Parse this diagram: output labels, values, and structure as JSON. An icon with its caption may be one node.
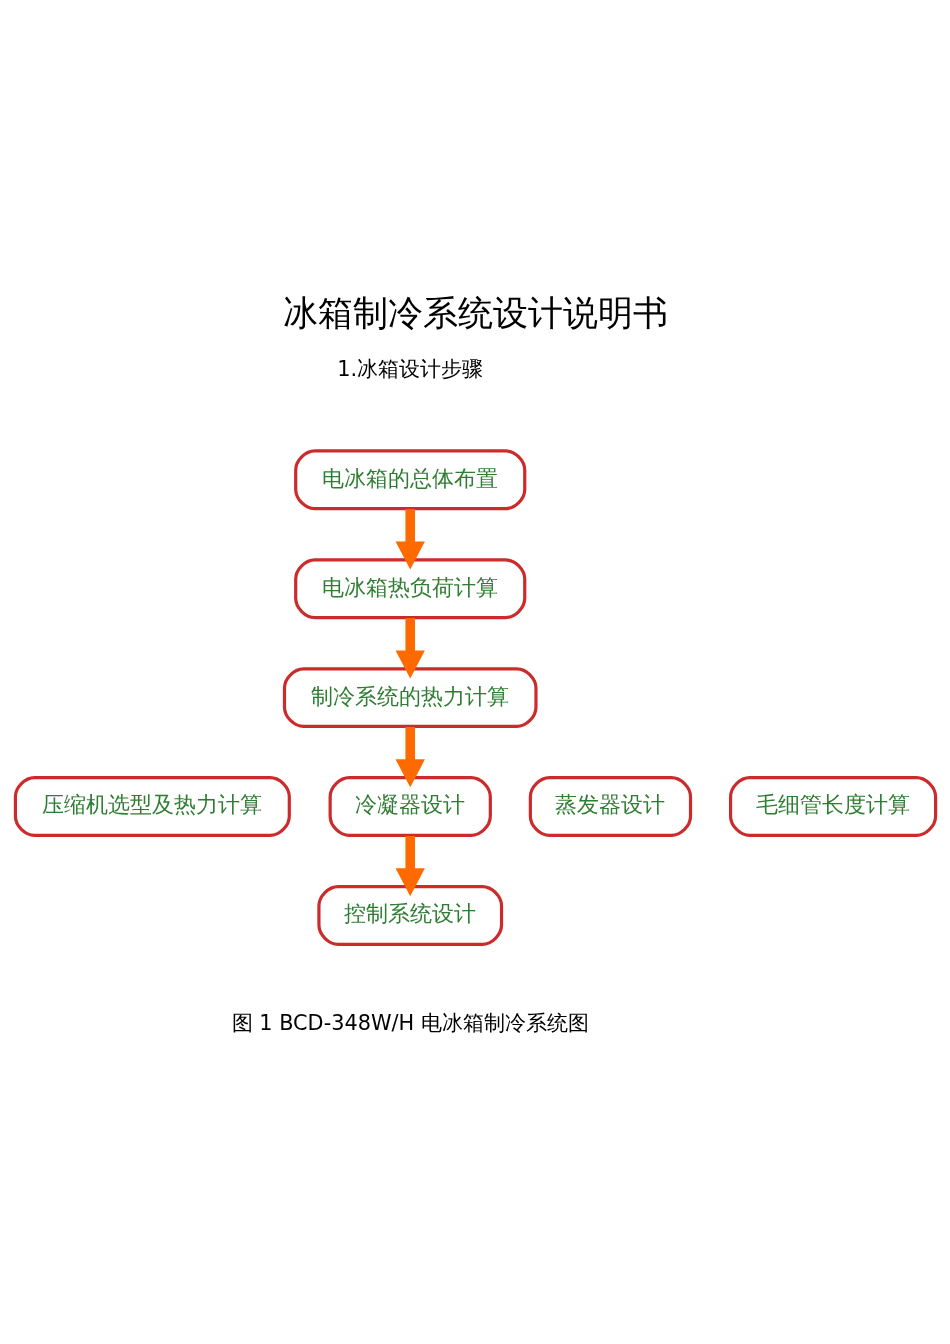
{
  "diagram": {
    "title": "冰箱制冷系统设计说明书",
    "caption": "图 1 BCD-348W/H 电冰箱制冷系统图",
    "nodes": [
      {
        "text": [
          "电冰箱的总体布置"
        ]
      },
      {
        "text": [
          "电冰箱热负荷计算"
        ]
      },
      {
        "text": [
          "制冷系统的热力计算"
        ]
      },
      {
        "text": [
          "压缩机选型及热力计算"
        ]
      },
      {
        "text": [
          "冷凝器设计"
        ]
      },
      {
        "text": [
          "蒸发器设计"
        ]
      },
      {
        "text": [
          "毛细管长度计算"
        ]
      },
      {
        "text": [
          "控制系统设计"
        ]
      }
    ],
    "edges": [
      {
        "from": 0,
        "to": 1,
        "arrow": "to"
      },
      {
        "from": 1,
        "to": 2,
        "arrow": "to"
      },
      {
        "from": 2,
        "to": 4,
        "arrow": "to"
      },
      {
        "from": 4,
        "to": 7,
        "arrow": "to"
      }
    ],
    "labels": [
      "1.冰箱设计步骤"
    ]
  }
}
